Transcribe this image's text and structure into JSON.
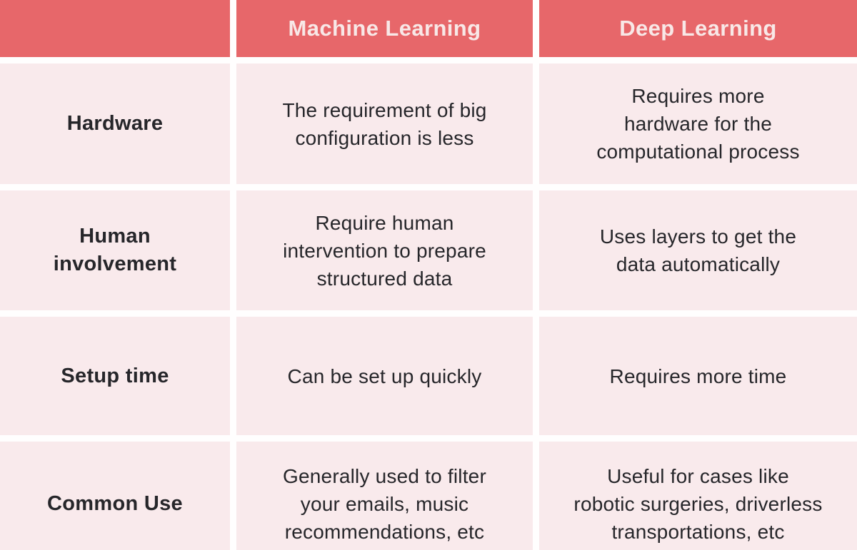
{
  "colors": {
    "header_bg": "#E7676A",
    "header_text": "#F8E8E7",
    "cell_bg": "#F9EAEC",
    "cell_text": "#26262A",
    "grid_gap": "#FFFEFE"
  },
  "table": {
    "header": {
      "corner": "",
      "col_ml": "Machine Learning",
      "col_dl": "Deep Learning"
    },
    "rows": [
      {
        "label": "Hardware",
        "ml": "The requirement of big\nconfiguration is less",
        "dl": "Requires more\nhardware for the\ncomputational process"
      },
      {
        "label": "Human\ninvolvement",
        "ml": "Require human\nintervention to prepare\nstructured data",
        "dl": "Uses layers to get the\ndata automatically"
      },
      {
        "label": "Setup time",
        "ml": "Can be set up quickly",
        "dl": "Requires more time"
      },
      {
        "label": "Common Use",
        "ml": "Generally used to filter\nyour emails, music\nrecommendations, etc",
        "dl": "Useful for cases like\nrobotic surgeries, driverless\ntransportations, etc"
      }
    ]
  },
  "chart_data": {
    "type": "table",
    "columns": [
      "",
      "Machine Learning",
      "Deep Learning"
    ],
    "rows": [
      [
        "Hardware",
        "The requirement of big configuration is less",
        "Requires more hardware for the computational process"
      ],
      [
        "Human involvement",
        "Require human intervention to prepare structured data",
        "Uses layers to get the data automatically"
      ],
      [
        "Setup time",
        "Can be set up quickly",
        "Requires more time"
      ],
      [
        "Common Use",
        "Generally used to filter your emails, music recommendations, etc",
        "Useful for cases like robotic surgeries, driverless transportations, etc"
      ]
    ],
    "layout": {
      "header_row_position": "top",
      "label_column_position": "left",
      "grid": "white gaps between cells",
      "last_row_clipped_at_bottom": true
    }
  }
}
